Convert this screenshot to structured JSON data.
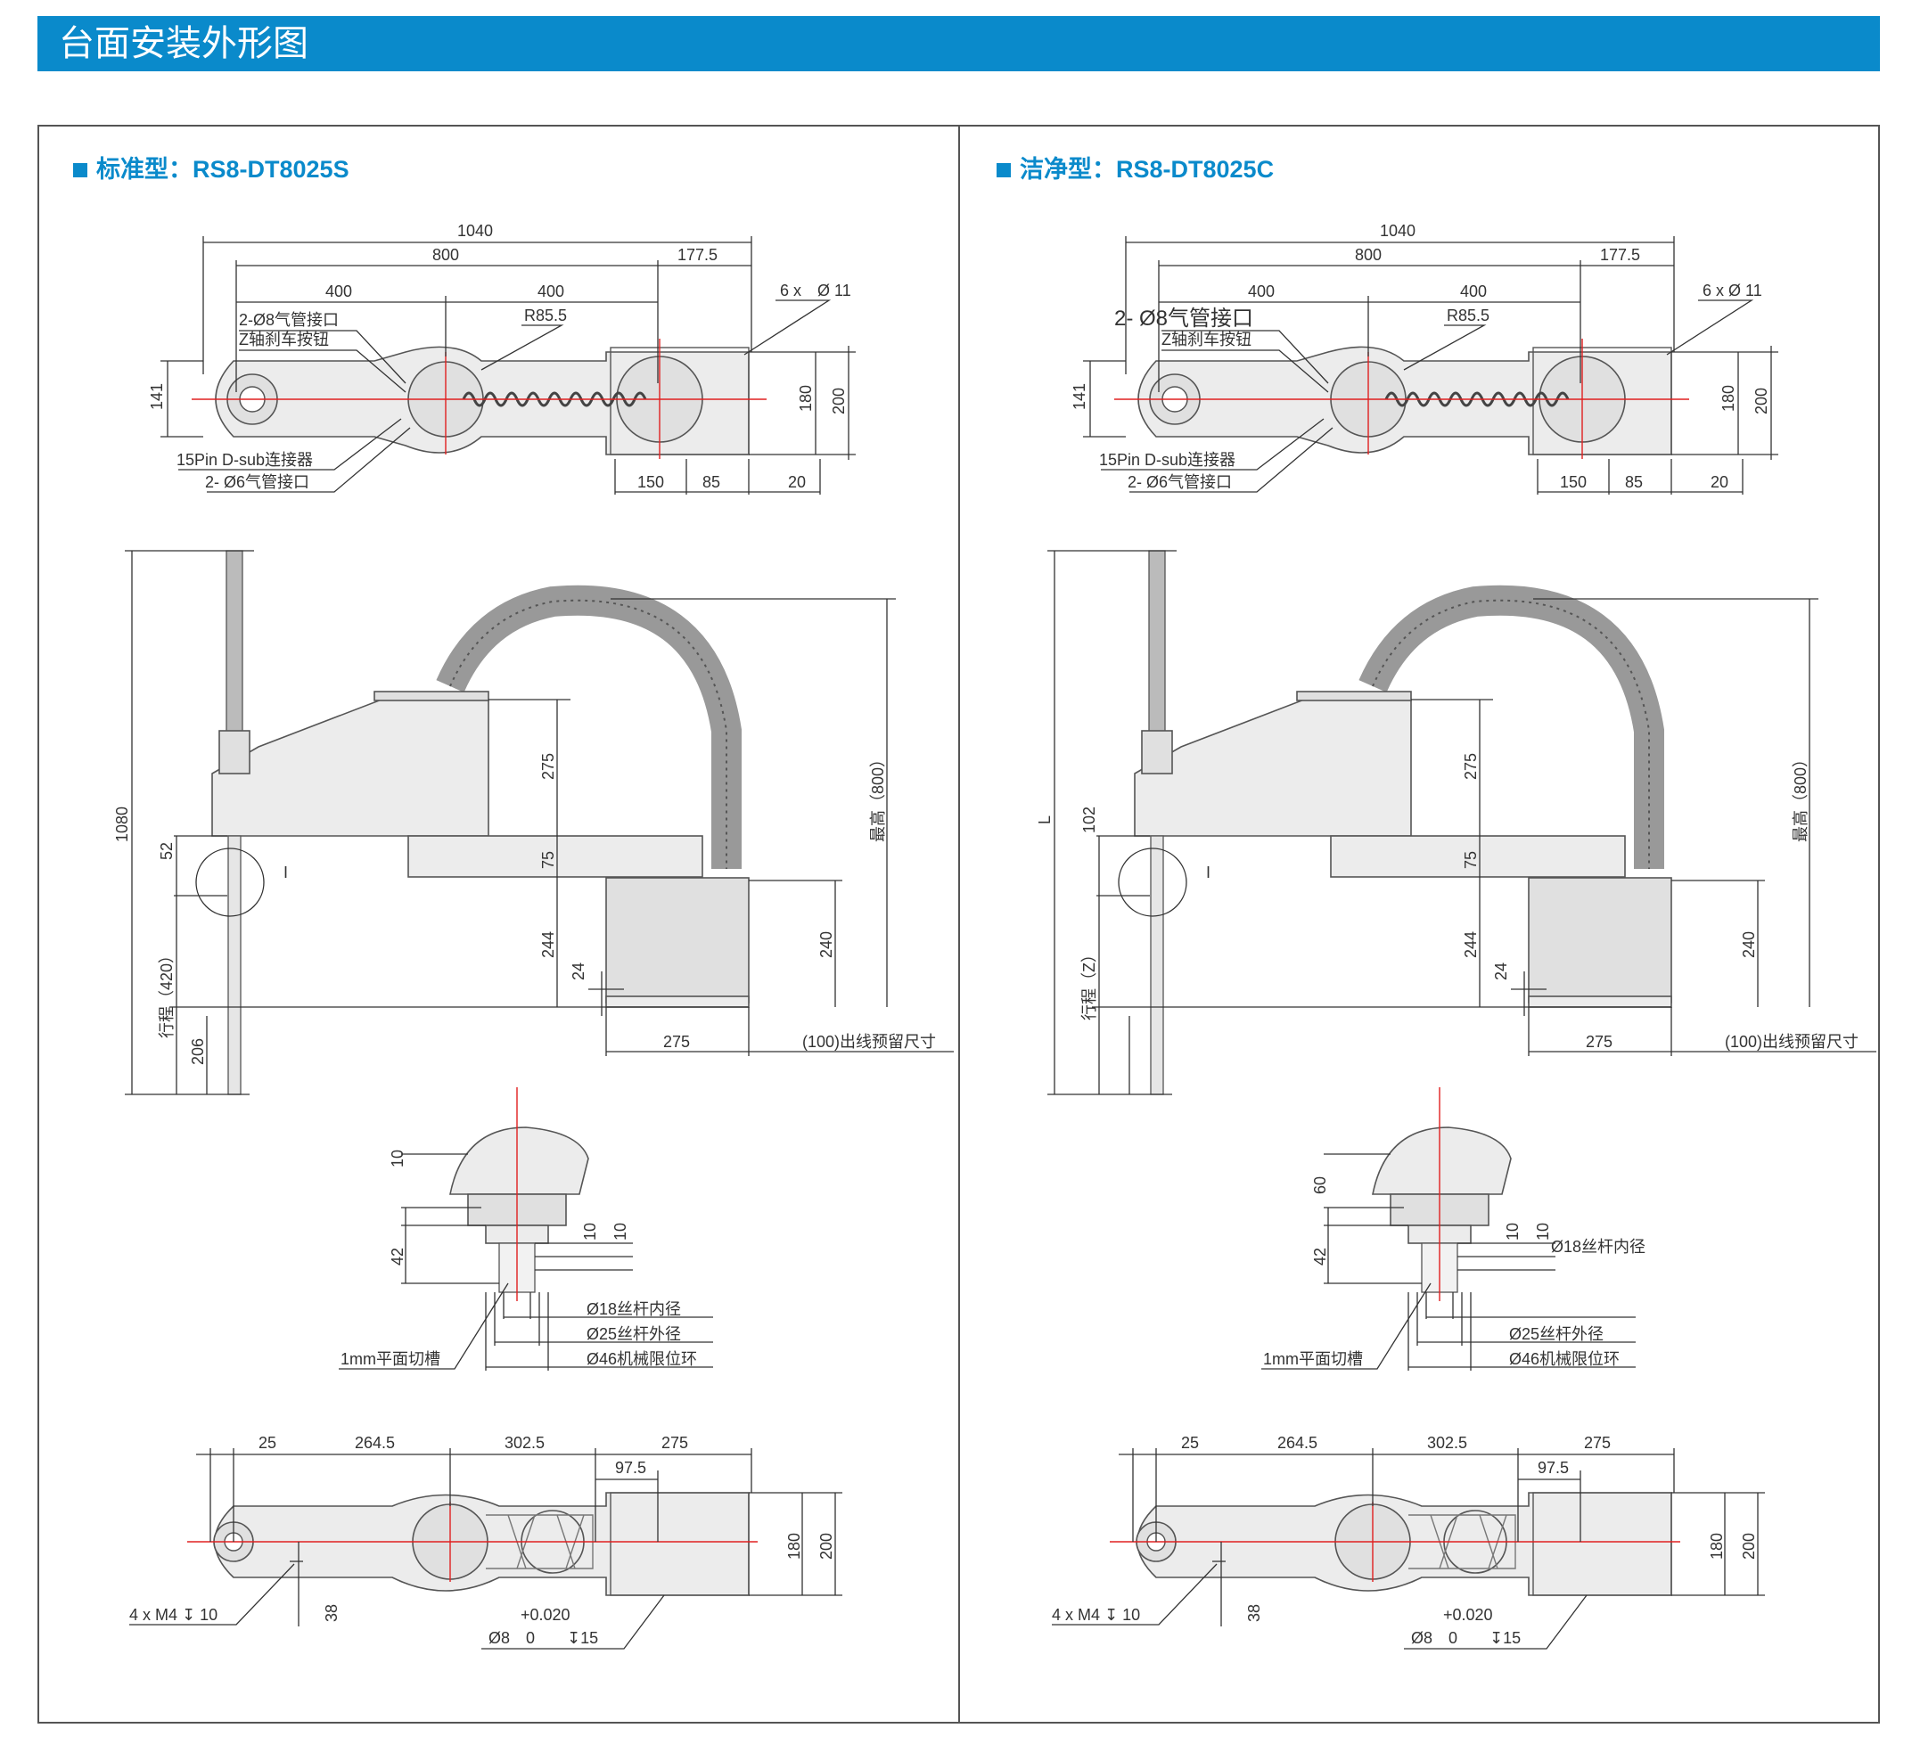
{
  "page_title": "台面安装外形图",
  "panels": [
    {
      "heading": "标准型：RS8-DT8025S",
      "top": {
        "d1040": "1040",
        "d800": "800",
        "d177": "177.5",
        "d400a": "400",
        "d400b": "400",
        "holes": "6 x　Ø 11",
        "air8": "2-Ø8气管接口",
        "zbtn": "Z轴刹车按钮",
        "r85": "R85.5",
        "dsub": "15Pin D-sub连接器",
        "air6": "2-  Ø6气管接口",
        "h141": "141",
        "h180": "180",
        "h200": "200",
        "b150": "150",
        "b85": "85",
        "b20": "20"
      },
      "side": {
        "h1080": "1080",
        "h52": "52",
        "stroke": "行程（420）",
        "h206": "206",
        "h275": "275",
        "h75": "75",
        "h244": "244",
        "h24": "24",
        "h240": "240",
        "max": "最高（800）",
        "w275": "275",
        "cable": "(100)出线预留尺寸",
        "mark": "I"
      },
      "detail": {
        "d10a": "10",
        "d10b": "10",
        "d10c": "10",
        "d42": "42",
        "in18": "Ø18丝杆内径",
        "out25": "Ø25丝杆外径",
        "ring46": "Ø46机械限位环",
        "cut": "1mm平面切槽"
      },
      "bottom": {
        "d25": "25",
        "d2645": "264.5",
        "d3025": "302.5",
        "d275": "275",
        "d975": "97.5",
        "h180": "180",
        "h200": "200",
        "m4": "4 x M4 ↧ 10",
        "d38": "38",
        "tol": "+0.020",
        "pin": "Ø8　0　　↧15"
      }
    },
    {
      "heading": "洁净型：RS8-DT8025C",
      "top": {
        "d1040": "1040",
        "d800": "800",
        "d177": "177.5",
        "d400a": "400",
        "d400b": "400",
        "holes": "6 x Ø 11",
        "air8": "2- Ø8气管接口",
        "zbtn": "Z轴刹车按钮",
        "r85": "R85.5",
        "dsub": "15Pin D-sub连接器",
        "air6": "2-  Ø6气管接口",
        "h141": "141",
        "h180": "180",
        "h200": "200",
        "b150": "150",
        "b85": "85",
        "b20": "20"
      },
      "side": {
        "hL": "L",
        "h102": "102",
        "stroke": "行程（Z）",
        "h275": "275",
        "h75": "75",
        "h244": "244",
        "h24": "24",
        "h240": "240",
        "max": "最高（800）",
        "w275": "275",
        "cable": "(100)出线预留尺寸",
        "mark": "I"
      },
      "detail": {
        "d60": "60",
        "d10a": "10",
        "d10b": "10",
        "d42": "42",
        "in18": "Ø18丝杆内径",
        "out25": "Ø25丝杆外径",
        "ring46": "Ø46机械限位环",
        "cut": "1mm平面切槽"
      },
      "bottom": {
        "d25": "25",
        "d2645": "264.5",
        "d3025": "302.5",
        "d275": "275",
        "d975": "97.5",
        "h180": "180",
        "h200": "200",
        "m4": "4 x M4 ↧ 10",
        "d38": "38",
        "tol": "+0.020",
        "pin": "Ø8　0　　↧15"
      }
    }
  ]
}
